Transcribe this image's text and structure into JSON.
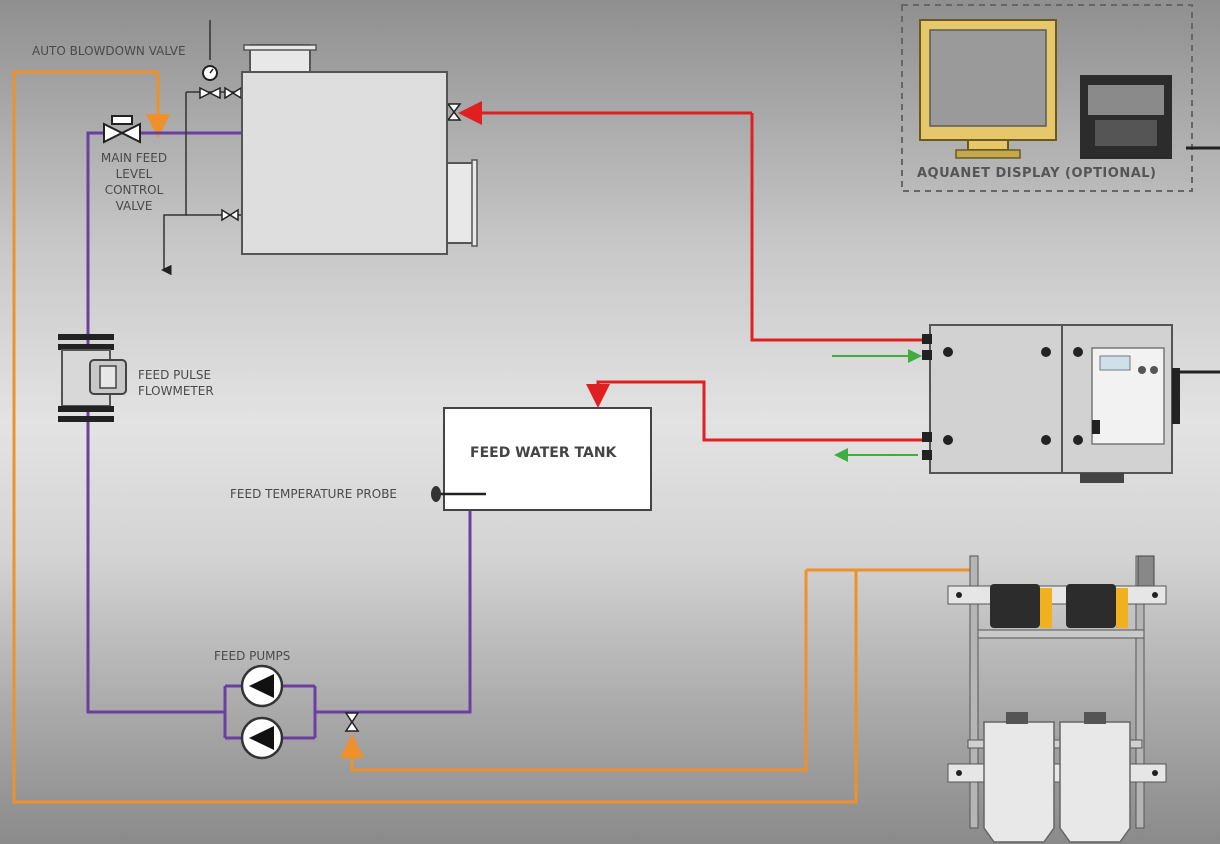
{
  "labels": {
    "auto_blowdown_valve": "AUTO BLOWDOWN VALVE",
    "main_feed_valve": [
      "MAIN FEED",
      "LEVEL",
      "CONTROL",
      "VALVE"
    ],
    "feed_pulse_flowmeter": [
      "FEED PULSE",
      "FLOWMETER"
    ],
    "feed_water_tank": "FEED WATER TANK",
    "feed_temperature_probe": "FEED TEMPERATURE PROBE",
    "feed_pumps": "FEED PUMPS",
    "aquanet_display": "AQUANET DISPLAY (OPTIONAL)"
  },
  "colors": {
    "feed_line": "#6a3fa0",
    "control_line": "#e02020",
    "chemical_line": "#f0902a",
    "signal_line": "#3fae3f",
    "equipment_fill": "#dcdcdc",
    "outline": "#444444"
  },
  "icons": {
    "pump": "pump-icon",
    "valve": "valve-icon",
    "gauge": "pressure-gauge-icon",
    "monitor": "monitor-icon",
    "printer": "printer-icon"
  }
}
